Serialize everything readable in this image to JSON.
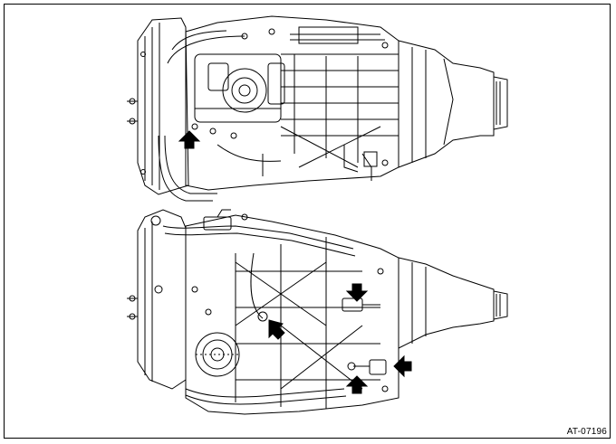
{
  "figure": {
    "code": "AT-07196",
    "upper_view": {
      "arrow_count": 1
    },
    "lower_view": {
      "arrow_count": 4
    }
  },
  "colors": {
    "line": "#000000",
    "paper": "#ffffff"
  }
}
